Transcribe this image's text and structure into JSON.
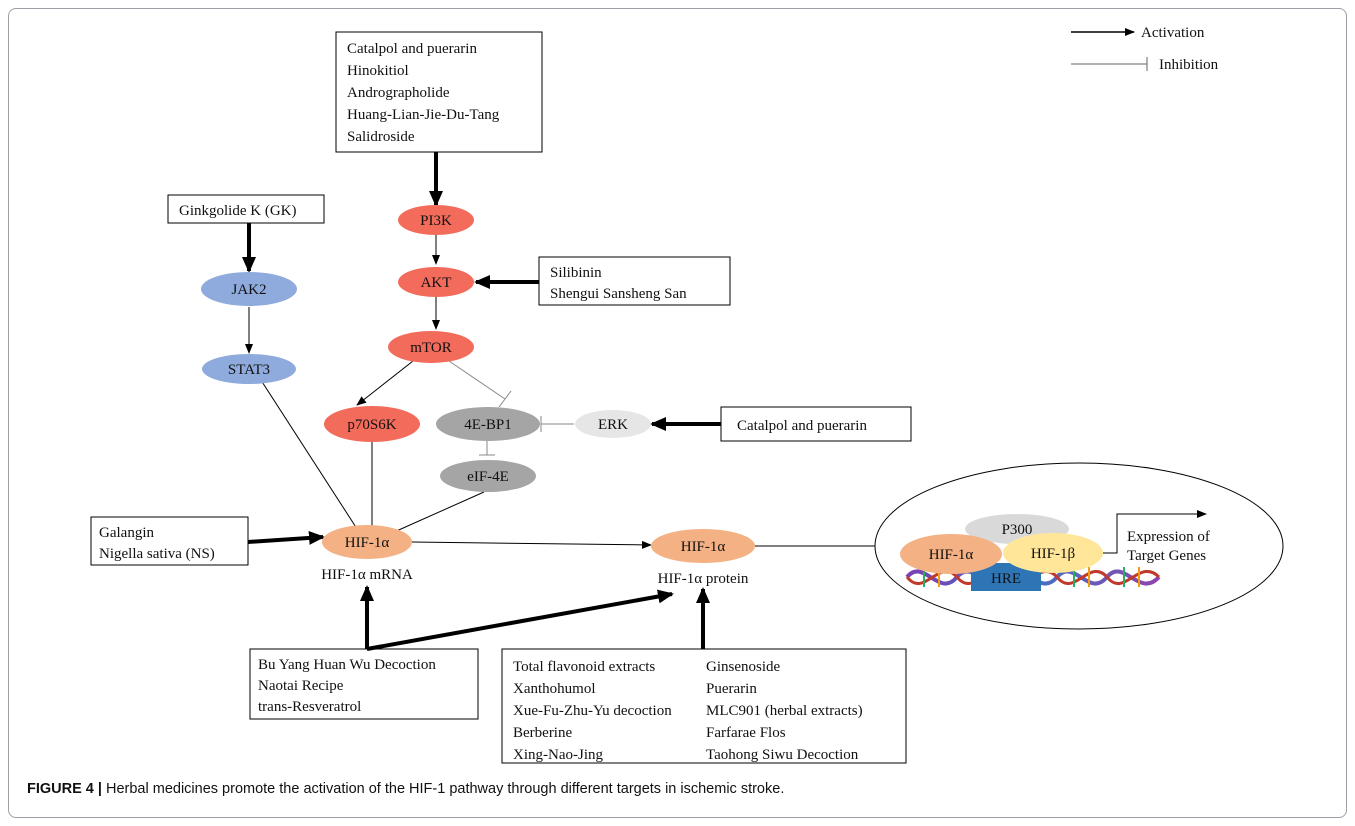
{
  "legend": {
    "activation": "Activation",
    "inhibition": "Inhibition"
  },
  "boxes": {
    "pi3k_activators": [
      "Catalpol and puerarin",
      "Hinokitiol",
      "Andrographolide",
      "Huang-Lian-Jie-Du-Tang",
      "Salidroside"
    ],
    "gk": [
      "Ginkgolide K (GK)"
    ],
    "akt_activators": [
      "Silibinin",
      "Shengui Sansheng San"
    ],
    "erk_activators": [
      "Catalpol and puerarin"
    ],
    "mrna_activators": [
      "Galangin",
      "Nigella sativa (NS)"
    ],
    "bu_yang": [
      "Bu Yang Huan Wu Decoction",
      "Naotai Recipe",
      "trans-Resveratrol"
    ],
    "protein_left": [
      "Total flavonoid extracts",
      "Xanthohumol",
      "Xue-Fu-Zhu-Yu decoction",
      "Berberine",
      "Xing-Nao-Jing"
    ],
    "protein_right": [
      "Ginsenoside",
      "Puerarin",
      "MLC901 (herbal extracts)",
      "Farfarae Flos",
      "Taohong Siwu Decoction"
    ]
  },
  "nodes": {
    "pi3k": "PI3K",
    "akt": "AKT",
    "mtor": "mTOR",
    "p70s6k": "p70S6K",
    "ebp1": "4E-BP1",
    "erk": "ERK",
    "eif4e": "eIF-4E",
    "jak2": "JAK2",
    "stat3": "STAT3",
    "hif_mrna": "HIF-1α",
    "hif_protein": "HIF-1α",
    "hif_nucleus": "HIF-1α",
    "hif1b": "HIF-1β",
    "p300": "P300",
    "hre": "HRE"
  },
  "labels": {
    "mrna": "HIF-1α mRNA",
    "protein": "HIF-1α protein",
    "expression": [
      "Expression of",
      "Target Genes"
    ]
  },
  "colors": {
    "pi3k_path": "#f26b5b",
    "jak_path": "#8faadc",
    "grey_node": "#a5a5a5",
    "light_grey": "#e6e6e6",
    "hif": "#f4b183",
    "hif1b": "#ffe699",
    "hre": "#2e75b6"
  },
  "caption": {
    "figure": "FIGURE 4 |",
    "text": "Herbal medicines promote the activation of the HIF-1 pathway through different targets in ischemic stroke."
  }
}
